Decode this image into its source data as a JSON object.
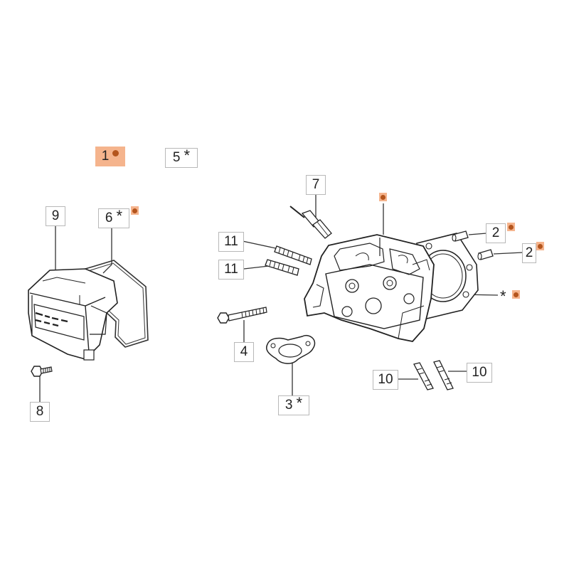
{
  "callouts": {
    "c1": {
      "number": "1",
      "mark": "dot",
      "highlight": true
    },
    "c5": {
      "number": "5",
      "mark": "*",
      "highlight": false
    },
    "c9": {
      "number": "9",
      "mark": "",
      "highlight": false
    },
    "c6": {
      "number": "6",
      "mark": "*",
      "highlight": false
    },
    "c8": {
      "number": "8",
      "mark": "",
      "highlight": false
    },
    "c7": {
      "number": "7",
      "mark": "",
      "highlight": false
    },
    "c11a": {
      "number": "11",
      "mark": "",
      "highlight": false
    },
    "c11b": {
      "number": "11",
      "mark": "",
      "highlight": false
    },
    "c4": {
      "number": "4",
      "mark": "",
      "highlight": false
    },
    "c3": {
      "number": "3",
      "mark": "*",
      "highlight": false
    },
    "c2a": {
      "number": "2",
      "mark": "",
      "highlight": false
    },
    "c2b": {
      "number": "2",
      "mark": "",
      "highlight": false
    },
    "c10a": {
      "number": "10",
      "mark": "",
      "highlight": false
    },
    "c10b": {
      "number": "10",
      "mark": "",
      "highlight": false
    }
  },
  "loose_marks": {
    "gasket_star": "*"
  },
  "colors": {
    "highlight": "#f5b48d",
    "dot": "#b4551d",
    "line": "#333333",
    "callout_border": "#b8b8b8"
  }
}
